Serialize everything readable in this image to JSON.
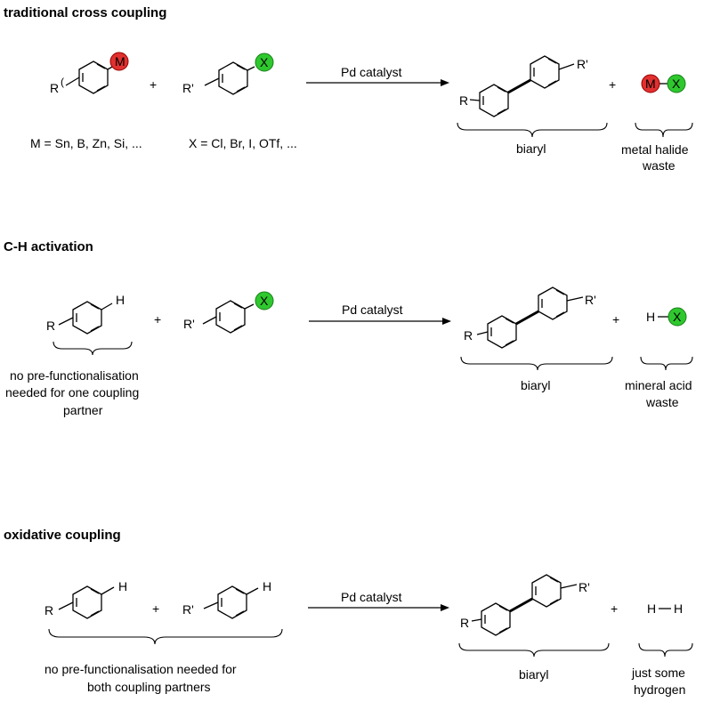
{
  "sections": [
    {
      "title": "traditional cross coupling",
      "reagent1": {
        "substituent": "R",
        "group": "M",
        "group_color": "#e03030"
      },
      "reagent2": {
        "substituent": "R'",
        "group": "X",
        "group_color": "#2ec82e"
      },
      "plus": "+",
      "arrow_label": "Pd catalyst",
      "product": {
        "sub1": "R",
        "sub2": "R'",
        "label": "biaryl"
      },
      "byproduct": {
        "left": "M",
        "right": "X",
        "left_color": "#e03030",
        "right_color": "#2ec82e"
      },
      "byproduct_label": [
        "metal halide",
        "waste"
      ],
      "note_left": "M = Sn, B, Zn, Si, ...",
      "note_right": "X = Cl, Br, I, OTf, ..."
    },
    {
      "title": "C-H activation",
      "reagent1": {
        "substituent": "R",
        "group": "H"
      },
      "reagent2": {
        "substituent": "R'",
        "group": "X",
        "group_color": "#2ec82e"
      },
      "plus": "+",
      "arrow_label": "Pd catalyst",
      "product": {
        "sub1": "R",
        "sub2": "R'",
        "label": "biaryl"
      },
      "byproduct": {
        "left": "H",
        "right": "X",
        "right_color": "#2ec82e"
      },
      "byproduct_label": [
        "mineral acid",
        "waste"
      ],
      "note_left": [
        "no pre-functionalisation",
        "needed for one coupling",
        "partner"
      ]
    },
    {
      "title": "oxidative coupling",
      "reagent1": {
        "substituent": "R",
        "group": "H"
      },
      "reagent2": {
        "substituent": "R'",
        "group": "H"
      },
      "plus": "+",
      "arrow_label": "Pd catalyst",
      "product": {
        "sub1": "R",
        "sub2": "R'",
        "label": "biaryl"
      },
      "byproduct": {
        "left": "H",
        "right": "H"
      },
      "byproduct_label": [
        "just some",
        "hydrogen"
      ],
      "note_left": [
        "no pre-functionalisation needed for",
        "both coupling partners"
      ]
    }
  ]
}
